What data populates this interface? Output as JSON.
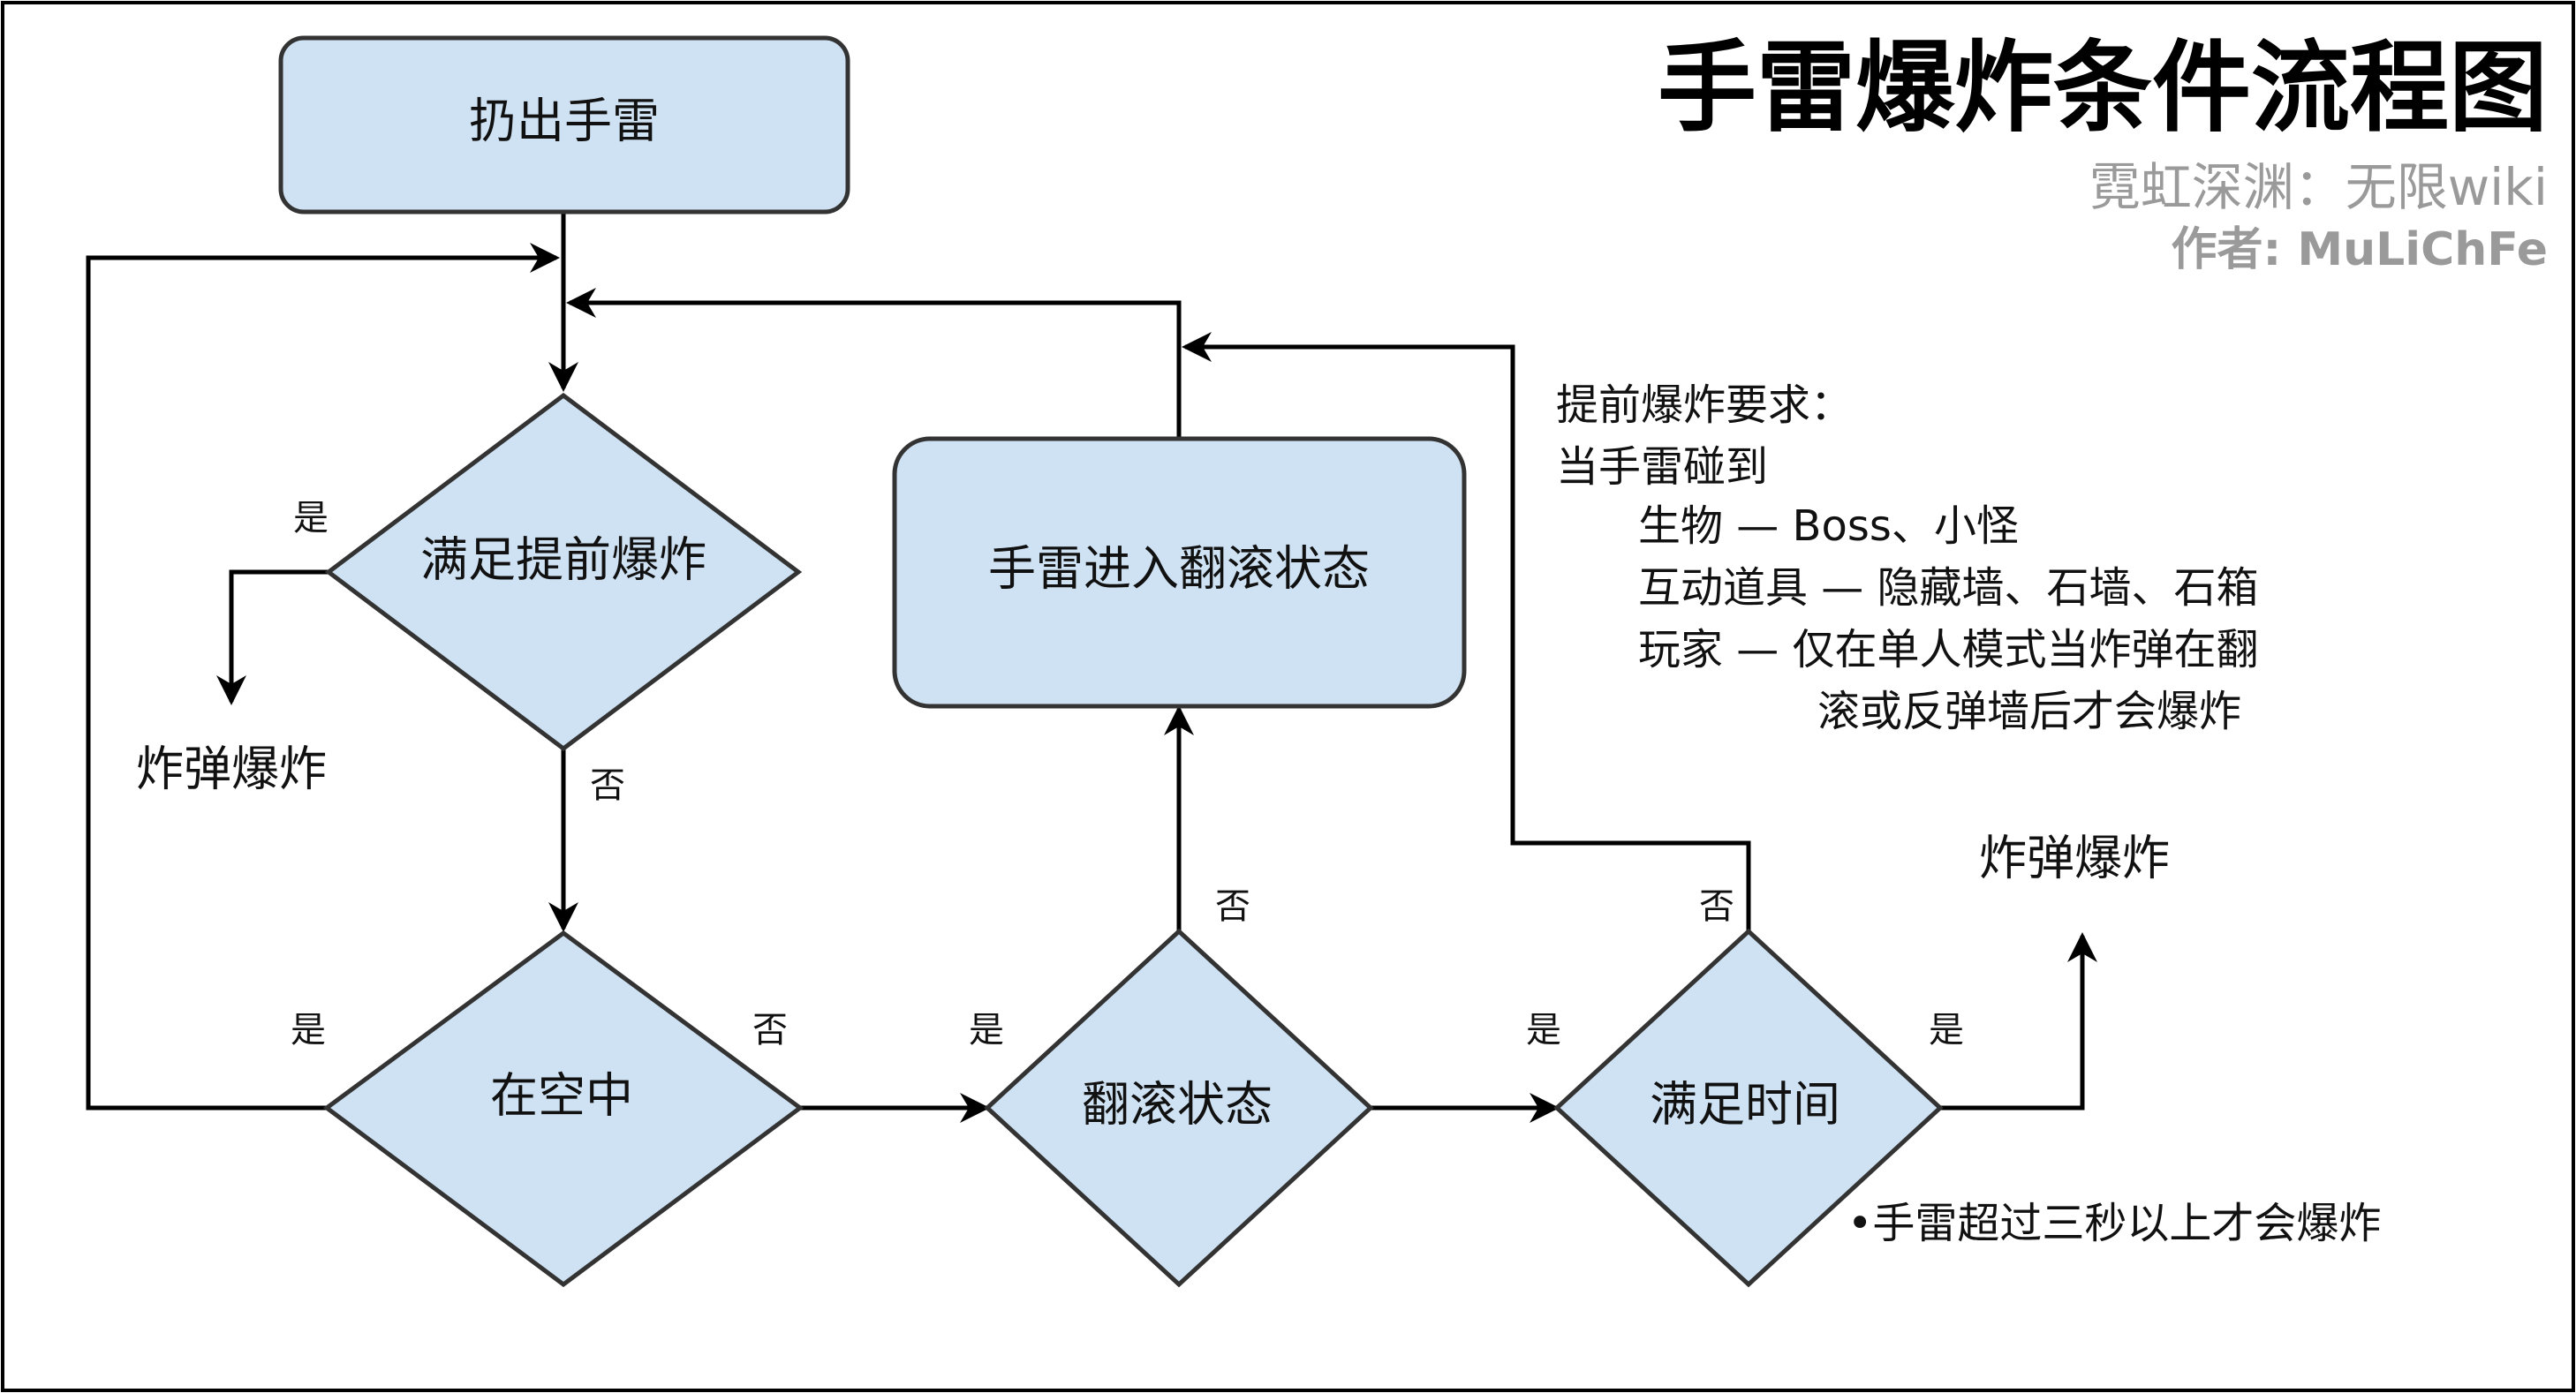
{
  "title": "手雷爆炸条件流程图",
  "subtitle": "霓虹深渊：无限wiki",
  "author": "作者: MuLiChFe",
  "colors": {
    "node_fill": "#cfe2f3",
    "node_stroke": "#333333",
    "edge": "#000000"
  },
  "nodes": {
    "throw": "扔出手雷",
    "early_check": "满足提前爆炸",
    "in_air": "在空中",
    "rolling_check": "翻滚状态",
    "time_check": "满足时间",
    "rolling_state": "手雷进入翻滚状态",
    "explode_left": "炸弹爆炸",
    "explode_right": "炸弹爆炸"
  },
  "edge_labels": {
    "early_yes": "是",
    "early_no": "否",
    "air_yes": "是",
    "air_no": "否",
    "roll_yes": "是",
    "roll_no": "否",
    "time_yes": "是",
    "time_no": "否"
  },
  "notes": {
    "early_heading": "提前爆炸要求：",
    "early_line1": "当手雷碰到",
    "early_line2": "生物 — Boss、小怪",
    "early_line3": "互动道具 — 隐藏墙、石墙、石箱",
    "early_line4": "玩家 — 仅在单人模式当炸弹在翻",
    "early_line5": "滚或反弹墙后才会爆炸",
    "time_note": "•手雷超过三秒以上才会爆炸"
  }
}
